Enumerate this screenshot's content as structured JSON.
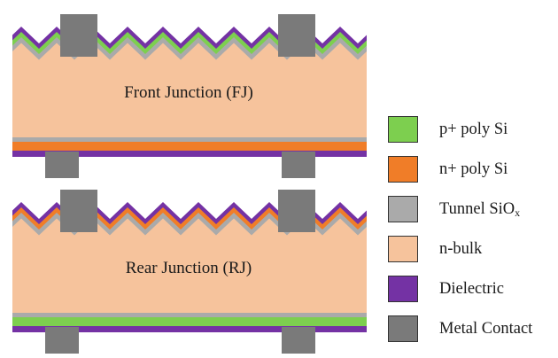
{
  "panels": [
    {
      "id": "front",
      "label": "Front Junction (FJ)",
      "top_layers": [
        "dielectric",
        "p_poly",
        "tunnel_oxide"
      ],
      "bottom_layers": [
        "tunnel_oxide",
        "n_poly",
        "dielectric"
      ]
    },
    {
      "id": "rear",
      "label": "Rear Junction (RJ)",
      "top_layers": [
        "dielectric",
        "n_poly",
        "tunnel_oxide"
      ],
      "bottom_layers": [
        "tunnel_oxide",
        "p_poly",
        "dielectric"
      ]
    }
  ],
  "legend": [
    {
      "key": "p_poly",
      "label": "p+ poly Si",
      "color": "#7dcf4f"
    },
    {
      "key": "n_poly",
      "label": "n+ poly Si",
      "color": "#f07d28"
    },
    {
      "key": "tunnel_oxide",
      "label": "Tunnel SiO",
      "subscript": "x",
      "color": "#aaaaaa"
    },
    {
      "key": "bulk",
      "label": "n-bulk",
      "color": "#f6c39c"
    },
    {
      "key": "dielectric",
      "label": "Dielectric",
      "color": "#7432a4"
    },
    {
      "key": "metal",
      "label": "Metal Contact",
      "color": "#7a7a7a"
    }
  ]
}
